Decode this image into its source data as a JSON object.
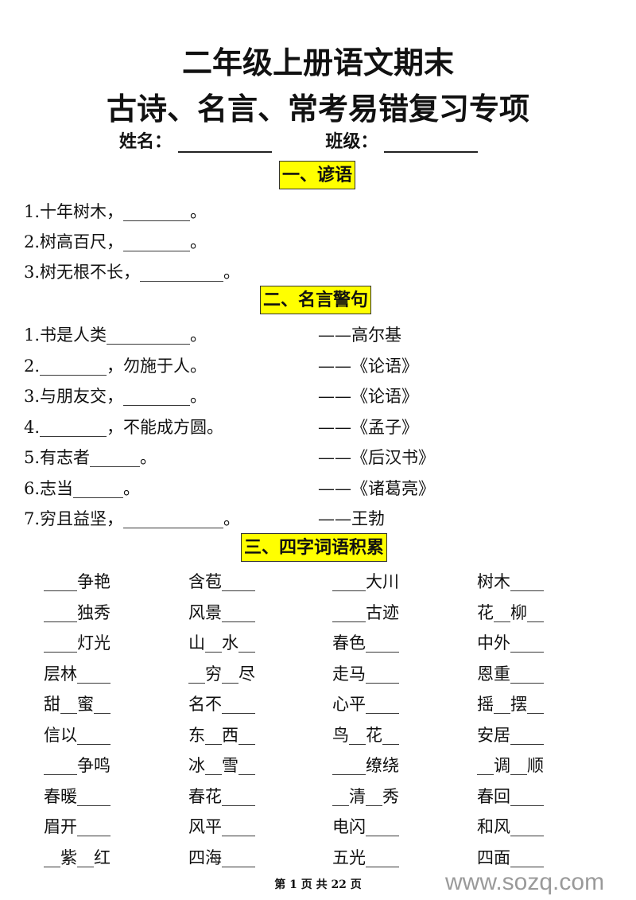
{
  "title": {
    "line1": "二年级上册语文期末",
    "line2": "古诗、名言、常考易错复习专项"
  },
  "info": {
    "name_label": "姓名：",
    "class_label": "班级："
  },
  "sections": [
    {
      "title": "一、谚语",
      "items": [
        "1.十年树木，________。",
        "2.树高百尺，________。",
        "3.树无根不长，__________。"
      ]
    },
    {
      "title": "二、名言警句",
      "items": [
        {
          "text": "1.书是人类__________。",
          "source": "——高尔基"
        },
        {
          "text": "2.________，勿施于人。",
          "source": "——《论语》"
        },
        {
          "text": "3.与朋友交，________。",
          "source": "——《论语》"
        },
        {
          "text": "4.________，不能成方圆。",
          "source": "——《孟子》"
        },
        {
          "text": "5.有志者______。",
          "source": "——《后汉书》"
        },
        {
          "text": "6.志当______。",
          "source": "——《诸葛亮》"
        },
        {
          "text": "7.穷且益坚，____________。",
          "source": "——王勃"
        }
      ]
    },
    {
      "title": "三、四字词语积累",
      "rows": [
        [
          "____争艳",
          "含苞____",
          "____大川",
          "树木____"
        ],
        [
          "____独秀",
          "风景____",
          "____古迹",
          "花__柳__"
        ],
        [
          "____灯光",
          "山__水__",
          "春色____",
          "中外____"
        ],
        [
          "层林____",
          "__穷__尽",
          "走马____",
          "恩重____"
        ],
        [
          "甜__蜜__",
          "名不____",
          "心平____",
          "摇__摆__"
        ],
        [
          "信以____",
          "东__西__",
          "鸟__花__",
          "安居____"
        ],
        [
          "____争鸣",
          "冰__雪__",
          "____缭绕",
          "__调__顺"
        ],
        [
          "春暖____",
          "春花____",
          "__清__秀",
          "春回____"
        ],
        [
          "眉开____",
          "风平____",
          "电闪____",
          "和风____"
        ],
        [
          "__紫__红",
          "四海____",
          "五光____",
          "四面____"
        ]
      ]
    }
  ],
  "footer": "第 1 页 共 22 页",
  "watermark": "www.sozq.com",
  "colors": {
    "section_highlight": "#ffff00"
  }
}
